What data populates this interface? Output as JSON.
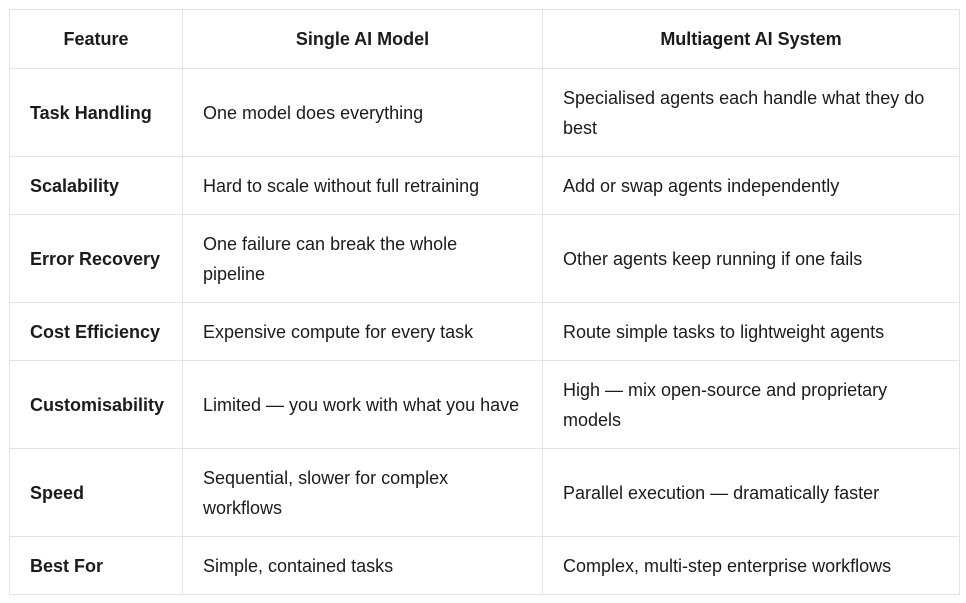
{
  "table": {
    "headers": [
      "Feature",
      "Single AI Model",
      "Multiagent AI System"
    ],
    "rows": [
      {
        "feature": "Task Handling",
        "single": "One model does everything",
        "multi": "Specialised agents each handle what they do best",
        "size": "tall"
      },
      {
        "feature": "Scalability",
        "single": "Hard to scale without full retraining",
        "multi": "Add or swap agents independently",
        "size": "short"
      },
      {
        "feature": "Error Recovery",
        "single": "One failure can break the whole pipeline",
        "multi": "Other agents keep running if one fails",
        "size": "tall"
      },
      {
        "feature": "Cost Efficiency",
        "single": "Expensive compute for every task",
        "multi": "Route simple tasks to lightweight agents",
        "size": "short"
      },
      {
        "feature": "Customisability",
        "single": "Limited — you work with what you have",
        "multi": "High — mix open-source and proprietary models",
        "size": "tall"
      },
      {
        "feature": "Speed",
        "single": "Sequential, slower for complex workflows",
        "multi": "Parallel execution — dramatically faster",
        "size": "tall"
      },
      {
        "feature": "Best For",
        "single": "Simple, contained tasks",
        "multi": "Complex, multi-step enterprise workflows",
        "size": "short"
      }
    ]
  },
  "colors": {
    "border": "#e3e3e3",
    "text": "#1b1b1b",
    "background": "#ffffff"
  }
}
